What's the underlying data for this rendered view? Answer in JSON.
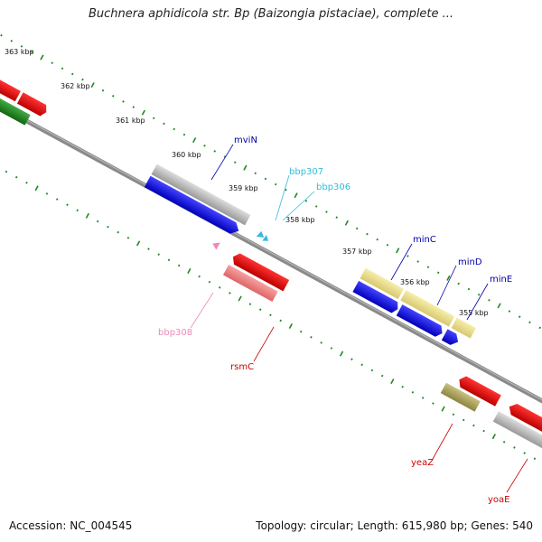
{
  "title": "Buchnera aphidicola str. Bp (Baizongia pistaciae), complete ...",
  "footer": {
    "accession": "Accession: NC_004545",
    "topology": "Topology: circular; Length: 615,980 bp; Genes: 540"
  },
  "scale": [
    {
      "label": "363 kbp"
    },
    {
      "label": "362 kbp"
    },
    {
      "label": "361 kbp"
    },
    {
      "label": "360 kbp"
    },
    {
      "label": "359 kbp"
    },
    {
      "label": "358 kbp"
    },
    {
      "label": "357 kbp"
    },
    {
      "label": "356 kbp"
    },
    {
      "label": "355 kbp"
    }
  ],
  "gene_labels": [
    {
      "id": "mviN",
      "text": "mviN",
      "color": "#0000aa"
    },
    {
      "id": "bbp307",
      "text": "bbp307",
      "color": "#33bbdd"
    },
    {
      "id": "bbp306",
      "text": "bbp306",
      "color": "#33bbdd"
    },
    {
      "id": "minC",
      "text": "minC",
      "color": "#0000aa"
    },
    {
      "id": "minD",
      "text": "minD",
      "color": "#0000aa"
    },
    {
      "id": "minE",
      "text": "minE",
      "color": "#0000aa"
    },
    {
      "id": "bbp308",
      "text": "bbp308",
      "color": "#ee88bb"
    },
    {
      "id": "rsmC",
      "text": "rsmC",
      "color": "#cc0000"
    },
    {
      "id": "yeaZ",
      "text": "yeaZ",
      "color": "#cc0000"
    },
    {
      "id": "yoaE",
      "text": "yoaE",
      "color": "#cc0000"
    }
  ],
  "colors": {
    "backbone": "#777777",
    "tick": "#228822",
    "forward_cds": "#0000ee",
    "reverse_cds": "#ee0000",
    "gray_feature": "#bbbbbb",
    "yellow_feature": "#eedd88",
    "olive_feature": "#aaa055",
    "pink_feature": "#ee7777",
    "green_feature": "#228822"
  }
}
